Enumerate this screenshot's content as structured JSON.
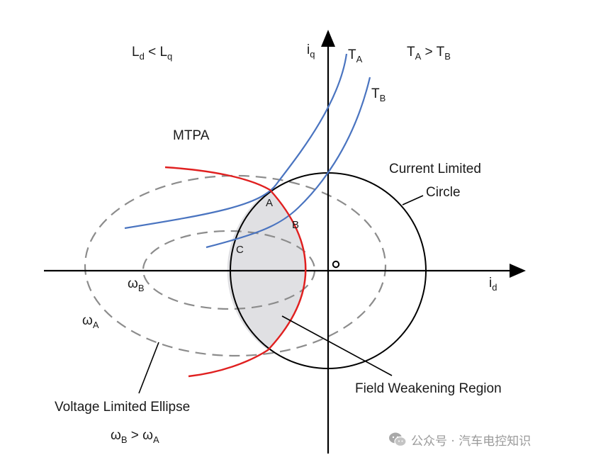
{
  "labels": {
    "condition_ld_lq": {
      "base1": "L",
      "sub1": "d",
      "mid": " < L",
      "sub2": "q"
    },
    "condition_ta_tb": {
      "base1": "T",
      "sub1": "A",
      "mid": " > T",
      "sub2": "B"
    },
    "condition_wb_wa": {
      "base1": "ω",
      "sub1": "B",
      "mid": " > ω",
      "sub2": "A"
    },
    "axis_iq": {
      "base": "i",
      "sub": "q"
    },
    "axis_id": {
      "base": "i",
      "sub": "d"
    },
    "curve_ta": {
      "base": "T",
      "sub": "A"
    },
    "curve_tb": {
      "base": "T",
      "sub": "B"
    },
    "omega_a": {
      "base": "ω",
      "sub": "A"
    },
    "omega_b": {
      "base": "ω",
      "sub": "B"
    },
    "mtpa": "MTPA",
    "current_limited_circle_line1": "Current Limited",
    "current_limited_circle_line2": "Circle",
    "voltage_limited_ellipse": "Voltage Limited Ellipse",
    "field_weakening_region": "Field Weakening Region",
    "point_a": "A",
    "point_b": "B",
    "point_c": "C",
    "origin": "o"
  },
  "watermark": "公众号 · 汽车电控知识",
  "colors": {
    "mtpa_curve": "#e02020",
    "torque_curves": "#4a74c0",
    "voltage_ellipses": "#8c8c8c",
    "current_circle": "#000000",
    "field_weakening_fill": "#e0e0e3",
    "axes": "#000000"
  },
  "icons": {
    "watermark": "wechat-icon"
  }
}
